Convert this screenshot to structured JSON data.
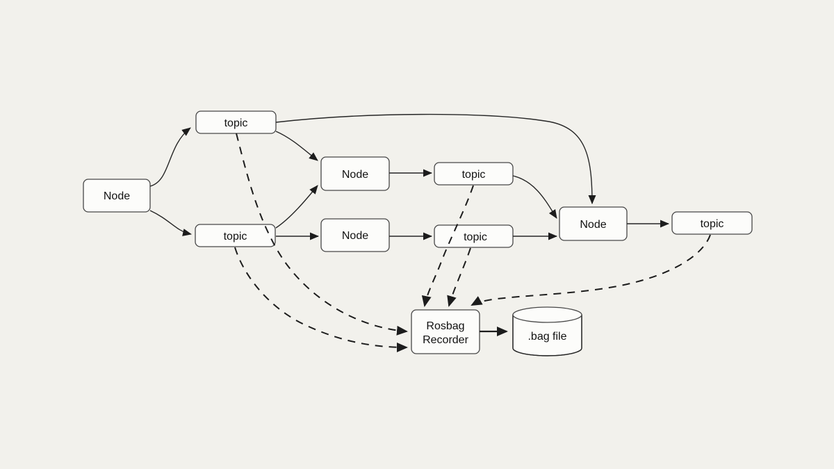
{
  "diagram_type": "ros-rosbag-recording-flow",
  "colors": {
    "background": "#f2f1ec",
    "box_fill": "#fcfcfa",
    "box_stroke": "#474747",
    "line": "#1c1c1c",
    "text": "#111111"
  },
  "boxes": {
    "node_left": {
      "label": "Node"
    },
    "topic_top": {
      "label": "topic"
    },
    "topic_left": {
      "label": "topic"
    },
    "node_mid_upper": {
      "label": "Node"
    },
    "node_mid_lower": {
      "label": "Node"
    },
    "topic_mid_upper": {
      "label": "topic"
    },
    "topic_mid_lower": {
      "label": "topic"
    },
    "node_right": {
      "label": "Node"
    },
    "topic_right": {
      "label": "topic"
    },
    "rosbag_recorder": {
      "line1": "Rosbag",
      "line2": "Recorder"
    },
    "bag_file": {
      "label": ".bag file"
    }
  },
  "edges": {
    "solid": [
      {
        "from": "node_left",
        "to": "topic_top"
      },
      {
        "from": "node_left",
        "to": "topic_left"
      },
      {
        "from": "topic_top",
        "to": "node_right"
      },
      {
        "from": "topic_top",
        "to": "node_mid_upper"
      },
      {
        "from": "topic_left",
        "to": "node_mid_upper"
      },
      {
        "from": "topic_left",
        "to": "node_mid_lower"
      },
      {
        "from": "node_mid_upper",
        "to": "topic_mid_upper"
      },
      {
        "from": "node_mid_lower",
        "to": "topic_mid_lower"
      },
      {
        "from": "topic_mid_upper",
        "to": "node_right"
      },
      {
        "from": "topic_mid_lower",
        "to": "node_right"
      },
      {
        "from": "node_right",
        "to": "topic_right"
      },
      {
        "from": "rosbag_recorder",
        "to": "bag_file"
      }
    ],
    "dashed": [
      {
        "from": "topic_top",
        "to": "rosbag_recorder"
      },
      {
        "from": "topic_left",
        "to": "rosbag_recorder"
      },
      {
        "from": "topic_mid_upper",
        "to": "rosbag_recorder"
      },
      {
        "from": "topic_mid_lower",
        "to": "rosbag_recorder"
      },
      {
        "from": "topic_right",
        "to": "rosbag_recorder"
      }
    ]
  }
}
